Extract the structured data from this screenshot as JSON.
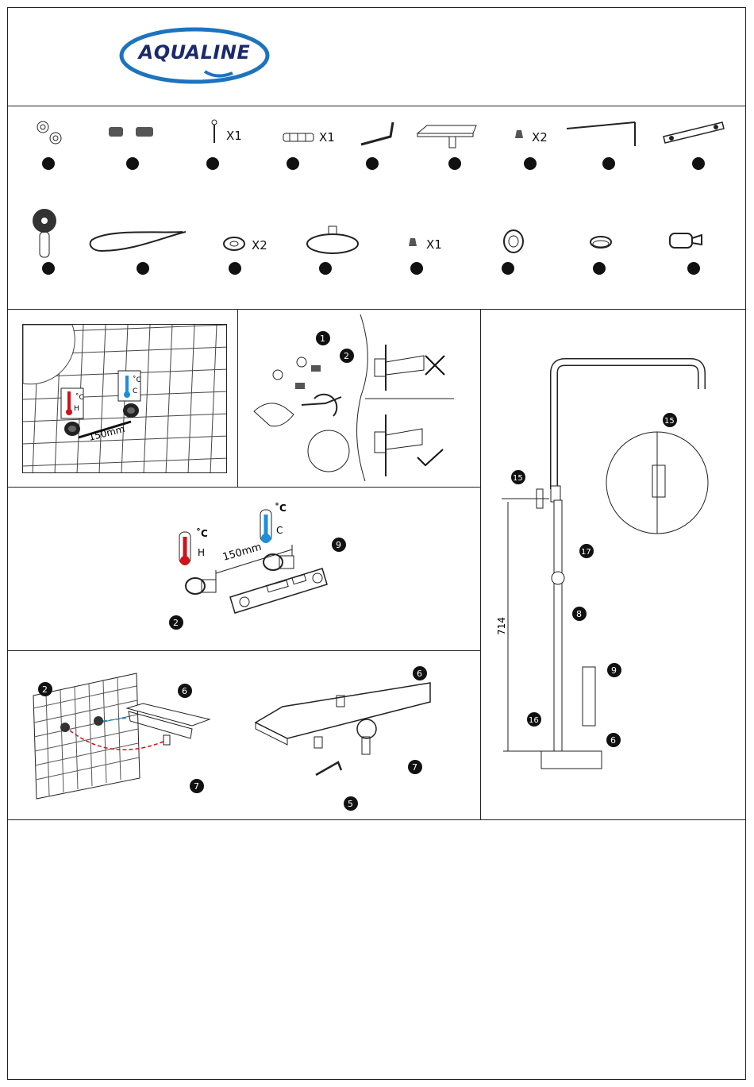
{
  "brand": {
    "logo_text": "AQUALINE",
    "logo_color": "#1a2a6c",
    "ring_color": "#1e73be"
  },
  "parts_row1": [
    {
      "icon": "escutcheon-pair-icon",
      "qty": ""
    },
    {
      "icon": "eccentric-connector-icon",
      "qty": ""
    },
    {
      "icon": "screw-icon",
      "qty": "X1"
    },
    {
      "icon": "wall-plug-icon",
      "qty": "X1"
    },
    {
      "icon": "hex-key-icon",
      "qty": ""
    },
    {
      "icon": "thermostatic-shelf-mixer-icon",
      "qty": ""
    },
    {
      "icon": "grub-screw-icon",
      "qty": "X2"
    },
    {
      "icon": "riser-rail-icon",
      "qty": ""
    },
    {
      "icon": "mounting-bracket-icon",
      "qty": ""
    }
  ],
  "parts_row2": [
    {
      "icon": "hand-shower-icon",
      "qty": ""
    },
    {
      "icon": "shower-hose-icon",
      "qty": ""
    },
    {
      "icon": "washer-icon",
      "qty": "X2"
    },
    {
      "icon": "overhead-shower-icon",
      "qty": ""
    },
    {
      "icon": "grub-screw-icon",
      "qty": "X1"
    },
    {
      "icon": "wall-flange-icon",
      "qty": ""
    },
    {
      "icon": "ring-icon",
      "qty": ""
    },
    {
      "icon": "slider-holder-icon",
      "qty": ""
    }
  ],
  "step1": {
    "hot_unit": "˚C",
    "hot_label": "H",
    "cold_unit": "˚C",
    "cold_label": "C",
    "distance": "150mm"
  },
  "step2": {
    "callout_1": "1",
    "callout_2": "2"
  },
  "step3": {
    "hot_unit": "˚C",
    "hot_label": "H",
    "cold_unit": "˚C",
    "cold_label": "C",
    "distance": "150mm",
    "callout_9": "9",
    "callout_2": "2"
  },
  "step4": {
    "callout_2": "2",
    "callout_6": "6",
    "callout_7": "7",
    "callout_6b": "6",
    "callout_7b": "7",
    "callout_5": "5"
  },
  "overview": {
    "height": "714",
    "callouts": [
      "15",
      "15",
      "17",
      "8",
      "9",
      "16",
      "6"
    ]
  },
  "colors": {
    "hot": "#d0121b",
    "cold": "#1c8fd6",
    "line": "#222222"
  }
}
